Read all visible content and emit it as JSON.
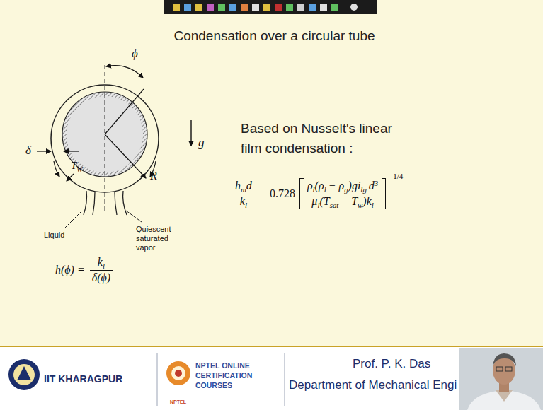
{
  "diagram": {
    "title": "Condensation over a circular tube",
    "labels": [
      "ϕ",
      "g",
      "δ",
      "T",
      "W",
      "R",
      "Liquid",
      "Quiescent saturated vapor",
      "Based on Nusselt's linear film condensation :",
      "h",
      "m",
      "d",
      "k",
      "l",
      "= 0.728",
      "ρ",
      "l",
      "(ρ",
      "l",
      "− ρ",
      "g",
      ")gi",
      "lg",
      "d",
      "3",
      "μ",
      "l",
      "(T",
      "sat",
      "− T",
      "w",
      ")k",
      "l",
      "1/4",
      "h(ϕ) =",
      "k",
      "l",
      "δ(ϕ)",
      "IIT KHARAGPUR",
      "NPTEL ONLINE CERTIFICATION COURSES",
      "NPTEL",
      "Prof. P. K. Das",
      "Department of Mechanical Engi"
    ]
  }
}
